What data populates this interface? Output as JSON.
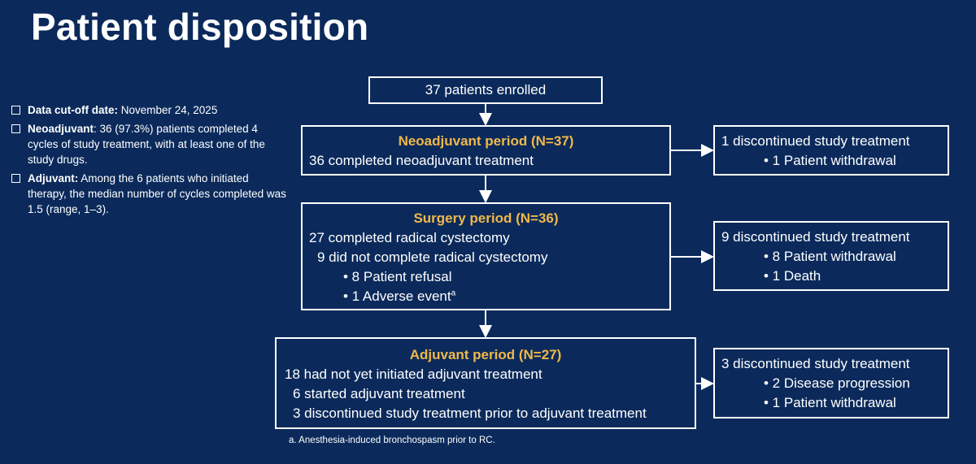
{
  "title": "Patient disposition",
  "notes": [
    {
      "label": "Data cut-off date:",
      "text": " November 24, 2025"
    },
    {
      "label": "Neoadjuvant",
      "text": ": 36 (97.3%) patients completed 4 cycles of study treatment, with at least one of the study drugs."
    },
    {
      "label": "Adjuvant:",
      "text": " Among the 6 patients who initiated therapy, the median number of cycles completed was 1.5 (range, 1–3)."
    }
  ],
  "enrolled": "37 patients enrolled",
  "neoadjuvant": {
    "heading": "Neoadjuvant period (N=37)",
    "line1": "36 completed neoadjuvant treatment"
  },
  "neo_discontinued": {
    "heading": "1 discontinued study treatment",
    "item1": "• 1 Patient withdrawal"
  },
  "surgery": {
    "heading": "Surgery period (N=36)",
    "line1": "27 completed radical cystectomy",
    "line2": "9 did not complete radical cystectomy",
    "item1": "• 8 Patient refusal",
    "item2": "• 1 Adverse event",
    "item2_sup": "a"
  },
  "surgery_discontinued": {
    "heading": "9 discontinued study treatment",
    "item1": "• 8 Patient withdrawal",
    "item2": "• 1 Death"
  },
  "adjuvant": {
    "heading": "Adjuvant period (N=27)",
    "line1": "18 had not yet initiated adjuvant treatment",
    "line2": "6 started adjuvant treatment",
    "line3": "3 discontinued study treatment prior to adjuvant treatment"
  },
  "adjuvant_discontinued": {
    "heading": "3 discontinued study treatment",
    "item1": "• 2 Disease progression",
    "item2": "• 1 Patient withdrawal"
  },
  "footnote": "a. Anesthesia-induced bronchospasm prior to RC.",
  "colors": {
    "background": "#0b2a5b",
    "heading_accent": "#f0b84a",
    "text": "#ffffff"
  }
}
